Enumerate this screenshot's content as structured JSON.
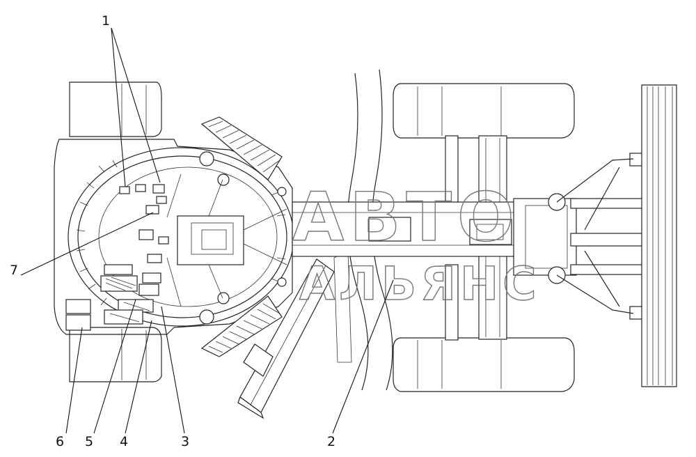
{
  "callouts": [
    {
      "id": "1",
      "label": "1"
    },
    {
      "id": "2",
      "label": "2"
    },
    {
      "id": "3",
      "label": "3"
    },
    {
      "id": "4",
      "label": "4"
    },
    {
      "id": "5",
      "label": "5"
    },
    {
      "id": "6",
      "label": "6"
    },
    {
      "id": "7",
      "label": "7"
    }
  ],
  "watermark": {
    "line1": "АВТО",
    "line2": "АЛЬЯНС",
    "color": "#777777"
  }
}
